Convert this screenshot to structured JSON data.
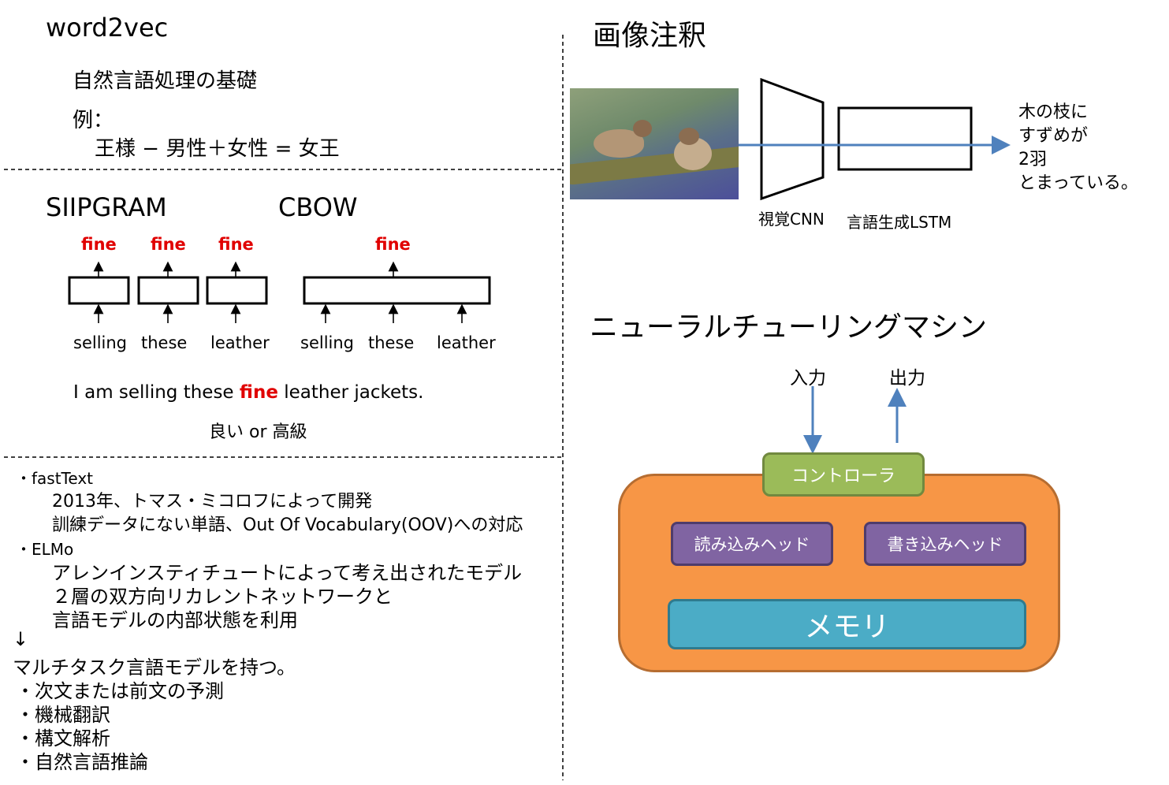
{
  "word2vec": {
    "title": "word2vec",
    "subtitle": "自然言語処理の基礎",
    "example_label": "例：",
    "example_eq": "王様 − 男性＋女性 = 女王"
  },
  "skipgram": {
    "title": "SIIPGRAM",
    "outputs": [
      "fine",
      "fine",
      "fine"
    ],
    "inputs": [
      "selling",
      "these",
      "leather"
    ]
  },
  "cbow": {
    "title": "CBOW",
    "output": "fine",
    "inputs": [
      "selling",
      "these",
      "leather"
    ]
  },
  "sentence": {
    "before": "I am selling these ",
    "highlight": "fine",
    "after": " leather jackets.",
    "note": "良い or 高級"
  },
  "models": {
    "lines": [
      "・fastText",
      "2013年、トマス・ミコロフによって開発",
      "訓練データにない単語、Out Of Vocabulary(OOV)への対応",
      "・ELMo",
      "アレンインスティチュートによって考え出されたモデル",
      "２層の双方向リカレントネットワークと",
      "言語モデルの内部状態を利用",
      "↓",
      "マルチタスク言語モデルを持つ。",
      "・次文または前文の予測",
      "・機械翻訳",
      "・構文解析",
      "・自然言語推論"
    ]
  },
  "captioning": {
    "title": "画像注釈",
    "cnn_label": "視覚CNN",
    "lstm_label": "言語生成LSTM",
    "output_lines": [
      "木の枝に",
      "すずめが",
      "2羽",
      "とまっている。"
    ]
  },
  "ntm": {
    "title": "ニューラルチューリングマシン",
    "input_label": "入力",
    "output_label": "出力",
    "controller": "コントローラ",
    "read_head": "読み込みヘッド",
    "write_head": "書き込みヘッド",
    "memory": "メモリ",
    "colors": {
      "outer": "#f79646",
      "controller": "#9bbb59",
      "head": "#8064a2",
      "memory": "#4bacc6",
      "arrow": "#4f81bd"
    }
  }
}
